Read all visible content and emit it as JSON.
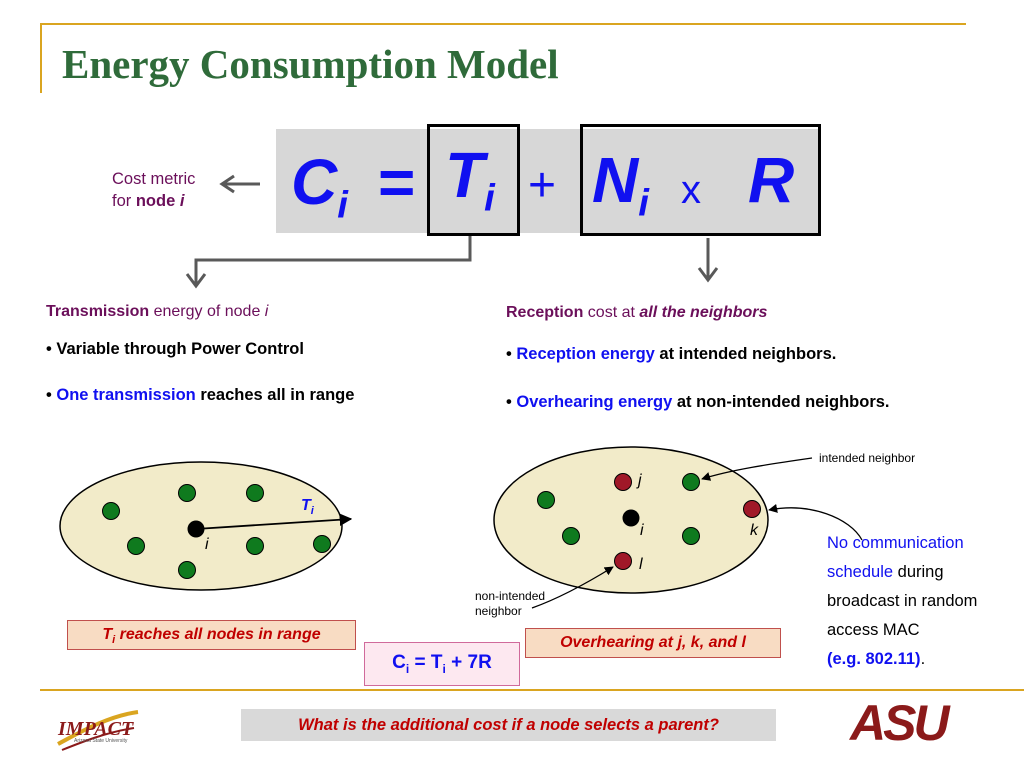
{
  "slide": {
    "title": "Energy Consumption Model",
    "accent_color": "#DAA520",
    "title_color": "#2F6B3A"
  },
  "formula": {
    "lhs": "C",
    "lhs_sub": "i",
    "equals": "=",
    "t": "T",
    "t_sub": "i",
    "plus": "+",
    "n": "N",
    "n_sub": "i",
    "times": "x",
    "r": "R"
  },
  "cost_metric": {
    "line1": "Cost metric",
    "line2_prefix": "for ",
    "node_word": "node ",
    "node_var": "i"
  },
  "left_section": {
    "head_bold": "Transmission",
    "head_rest": " energy of node ",
    "head_var": "i",
    "bullets": [
      {
        "hl": "",
        "text": "Variable through Power Control"
      },
      {
        "hl": "One transmission",
        "text": " reaches all in range"
      }
    ],
    "diagram": {
      "source_label": "i",
      "range_label": "T",
      "range_label_sub": "i"
    },
    "caption_t": "T",
    "caption_sub": "i",
    "caption_rest": " reaches all nodes in range"
  },
  "right_section": {
    "head_bold": "Reception",
    "head_rest": " cost at ",
    "head_em": "all the neighbors",
    "bullets": [
      {
        "hl": "Reception energy",
        "text": " at intended neighbors."
      },
      {
        "hl": "Overhearing energy",
        "text": " at non-intended neighbors."
      }
    ],
    "diagram": {
      "label_j": "j",
      "label_i": "i",
      "label_k": "k",
      "label_l": "l",
      "intended_label": "intended neighbor",
      "nonintended_line1": "non-intended",
      "nonintended_line2": "neighbor"
    },
    "caption": "Overhearing at j, k, and l"
  },
  "equation_box": {
    "c": "C",
    "c_sub": "i",
    "mid": " = T",
    "t_sub": "i",
    "rest": " + 7R"
  },
  "broadcast_note": {
    "hl1": "No communication schedule",
    "text1": " during broadcast in random access MAC",
    "hl2": "(e.g. 802.11)",
    "text2": "."
  },
  "footer": {
    "question": "What is the additional cost if a node selects a parent?",
    "logo_left": "IMPACT",
    "logo_left_sub": "Arizona State University",
    "logo_right": "ASU"
  },
  "colors": {
    "node_green": "#0F7A1E",
    "node_red": "#A01828",
    "ellipse_fill": "#F2EBC9",
    "highlight_blue": "#1010F0"
  }
}
